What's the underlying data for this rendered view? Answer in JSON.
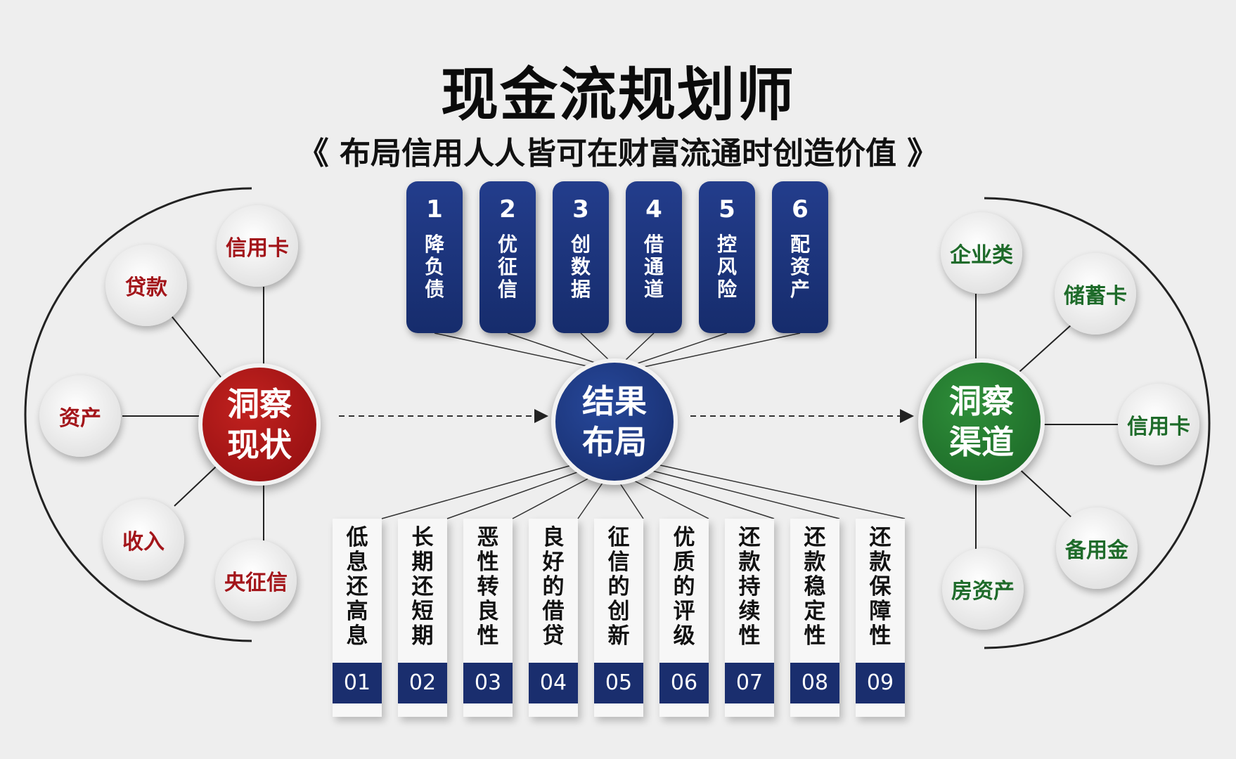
{
  "title": "现金流规划师",
  "subtitle": "《 布局信用人人皆可在财富流通时创造价值 》",
  "left_hub": {
    "label": "洞察现状",
    "color": "#a3151a"
  },
  "center_hub": {
    "label": "结果布局",
    "color": "#1b3274"
  },
  "right_hub": {
    "label": "洞察渠道",
    "color": "#1e6b2a"
  },
  "left_nodes": [
    "信用卡",
    "贷款",
    "资产",
    "收入",
    "央征信"
  ],
  "right_nodes": [
    "企业类",
    "储蓄卡",
    "信用卡",
    "备用金",
    "房资产"
  ],
  "steps": [
    {
      "num": "1",
      "text": "降负债"
    },
    {
      "num": "2",
      "text": "优征信"
    },
    {
      "num": "3",
      "text": "创数据"
    },
    {
      "num": "4",
      "text": "借通道"
    },
    {
      "num": "5",
      "text": "控风险"
    },
    {
      "num": "6",
      "text": "配资产"
    }
  ],
  "results": [
    {
      "code": "01",
      "text": "低息还高息"
    },
    {
      "code": "02",
      "text": "长期还短期"
    },
    {
      "code": "03",
      "text": "恶性转良性"
    },
    {
      "code": "04",
      "text": "良好的借贷"
    },
    {
      "code": "05",
      "text": "征信的创新"
    },
    {
      "code": "06",
      "text": "优质的评级"
    },
    {
      "code": "07",
      "text": "还款持续性"
    },
    {
      "code": "08",
      "text": "还款稳定性"
    },
    {
      "code": "09",
      "text": "还款保障性"
    }
  ]
}
